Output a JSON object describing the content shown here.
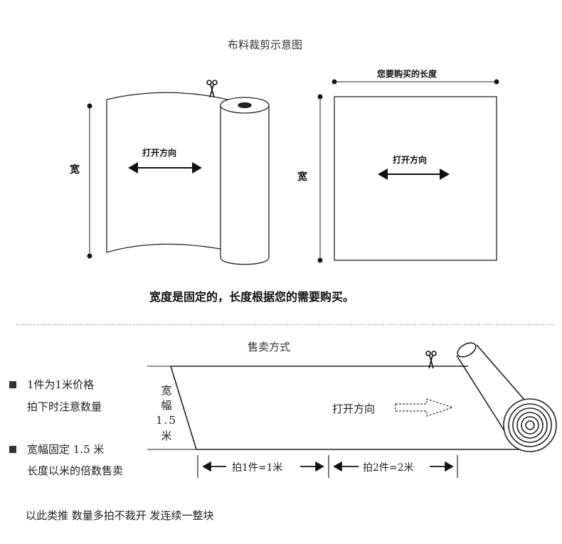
{
  "top": {
    "title": "布料裁剪示意图",
    "left_diagram": {
      "width_label": "宽",
      "direction_label": "打开方向"
    },
    "right_diagram": {
      "length_label": "您要购买的长度",
      "width_label": "宽",
      "direction_label": "打开方向"
    },
    "caption": "宽度是固定的，长度根据您的需要购买。"
  },
  "bottom": {
    "title": "售卖方式",
    "notes": [
      {
        "line1": "1件为1米价格",
        "line2": "拍下时注意数量"
      },
      {
        "line1": "宽幅固定 1.5 米",
        "line2": "长度以米的倍数售卖"
      }
    ],
    "width_label": {
      "line1": "宽",
      "line2": "幅",
      "line3": "1.5",
      "line4": "米"
    },
    "direction_label": "打开方向",
    "measure_1": "拍1件=1米",
    "measure_2": "拍2件=2米",
    "footer": "以此类推  数量多拍不裁开  发连续一整块"
  },
  "icons": [
    "scissors-icon",
    "scissors-icon",
    "scissors-icon",
    "square-bullet-icon",
    "square-bullet-icon"
  ]
}
